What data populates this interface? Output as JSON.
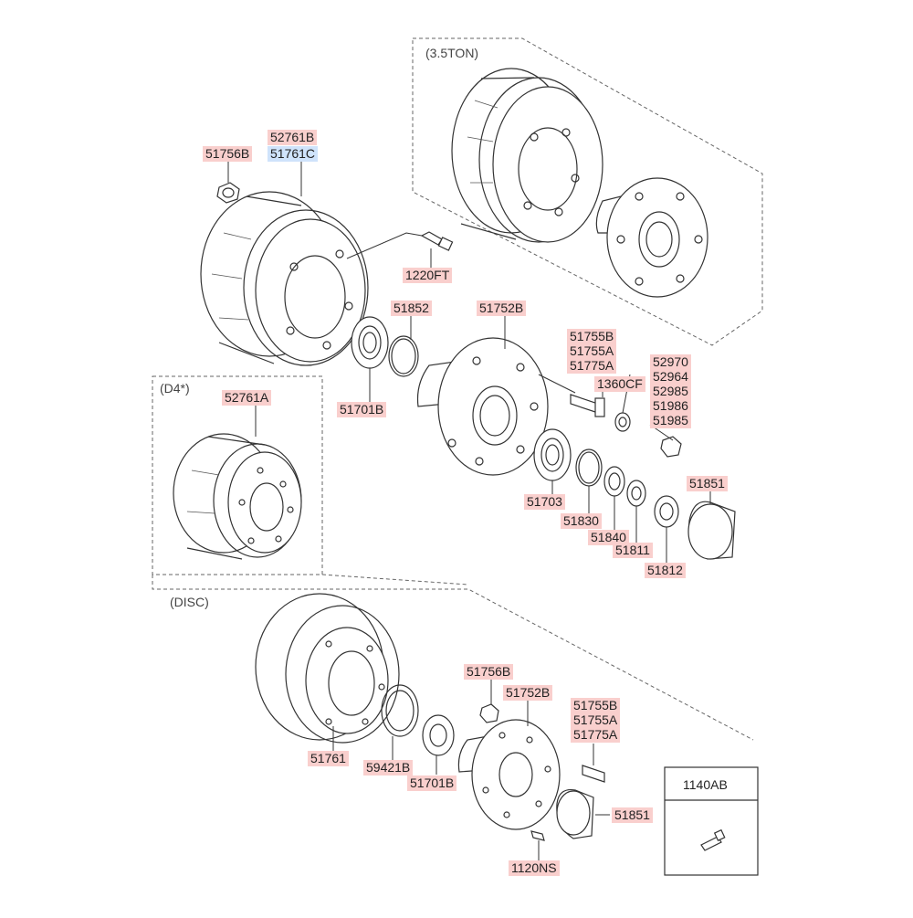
{
  "groups": {
    "ton": "(3.5TON)",
    "d4": "(D4*)",
    "disc": "(DISC)"
  },
  "labels": {
    "l51756b": "51756B",
    "l52761b": "52761B",
    "l51761c": "51761C",
    "l1220ft": "1220FT",
    "l51852": "51852",
    "l51752b": "51752B",
    "l51755b": "51755B",
    "l51755a": "51755A",
    "l51775a": "51775A",
    "l1360cf": "1360CF",
    "l52970": "52970",
    "l52964": "52964",
    "l52985": "52985",
    "l51986": "51986",
    "l51985": "51985",
    "l51701b": "51701B",
    "l52761a": "52761A",
    "l51703": "51703",
    "l51830": "51830",
    "l51840": "51840",
    "l51811": "51811",
    "l51812": "51812",
    "l51851": "51851",
    "l51756b_2": "51756B",
    "l51752b_2": "51752B",
    "l51755b_2": "51755B",
    "l51755a_2": "51755A",
    "l51775a_2": "51775A",
    "l51761": "51761",
    "l59421b": "59421B",
    "l51701b_2": "51701B",
    "l51851_2": "51851",
    "l1120ns": "1120NS",
    "l1140ab": "1140AB"
  }
}
